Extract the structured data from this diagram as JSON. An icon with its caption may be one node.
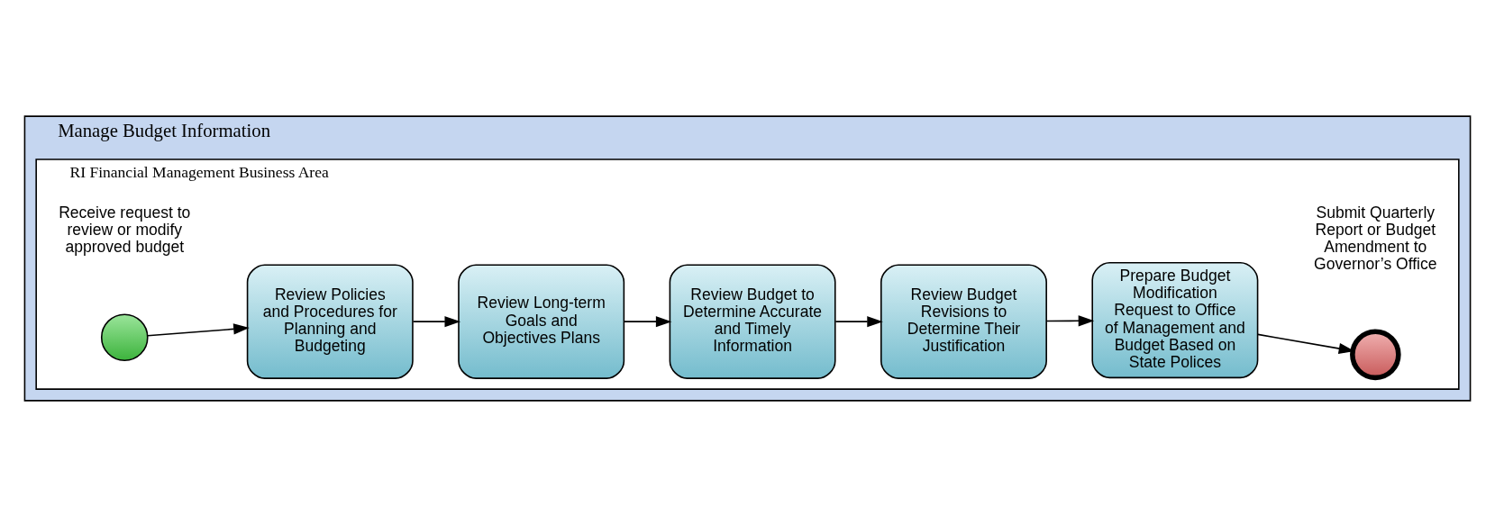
{
  "diagram": {
    "nodes": [
      {
        "text": [
          "Manage Budget Information"
        ]
      },
      {
        "text": [
          "RI Financial Management Business Area"
        ],
        "in": 0
      },
      {
        "text": [],
        "shape": "circle",
        "beside": [
          "Receive request to review or modify approved budget"
        ],
        "in": 1
      },
      {
        "text": [
          "Review Policies and Procedures for Planning and Budgeting"
        ],
        "in": 1
      },
      {
        "text": [
          "Review Long-term Goals and Objectives Plans"
        ],
        "in": 1
      },
      {
        "text": [
          "Review Budget to Determine Accurate and Timely Information"
        ],
        "in": 1
      },
      {
        "text": [
          "Review Budget Revisions to Determine Their Justification"
        ],
        "in": 1
      },
      {
        "text": [
          "Prepare Budget Modification Request to Office of Management and Budget Based on State Polices"
        ],
        "in": 1
      },
      {
        "text": [],
        "shape": "circle",
        "beside": [
          "Submit Quarterly Report or Budget Amendment to Governor’s Office"
        ],
        "in": 1
      }
    ],
    "edges": [
      {
        "from": 2,
        "to": 3,
        "arrow": "to"
      },
      {
        "from": 3,
        "to": 4,
        "arrow": "to"
      },
      {
        "from": 4,
        "to": 5,
        "arrow": "to"
      },
      {
        "from": 5,
        "to": 6,
        "arrow": "to"
      },
      {
        "from": 6,
        "to": 7,
        "arrow": "to"
      },
      {
        "from": 7,
        "to": 8,
        "arrow": "to"
      }
    ]
  }
}
